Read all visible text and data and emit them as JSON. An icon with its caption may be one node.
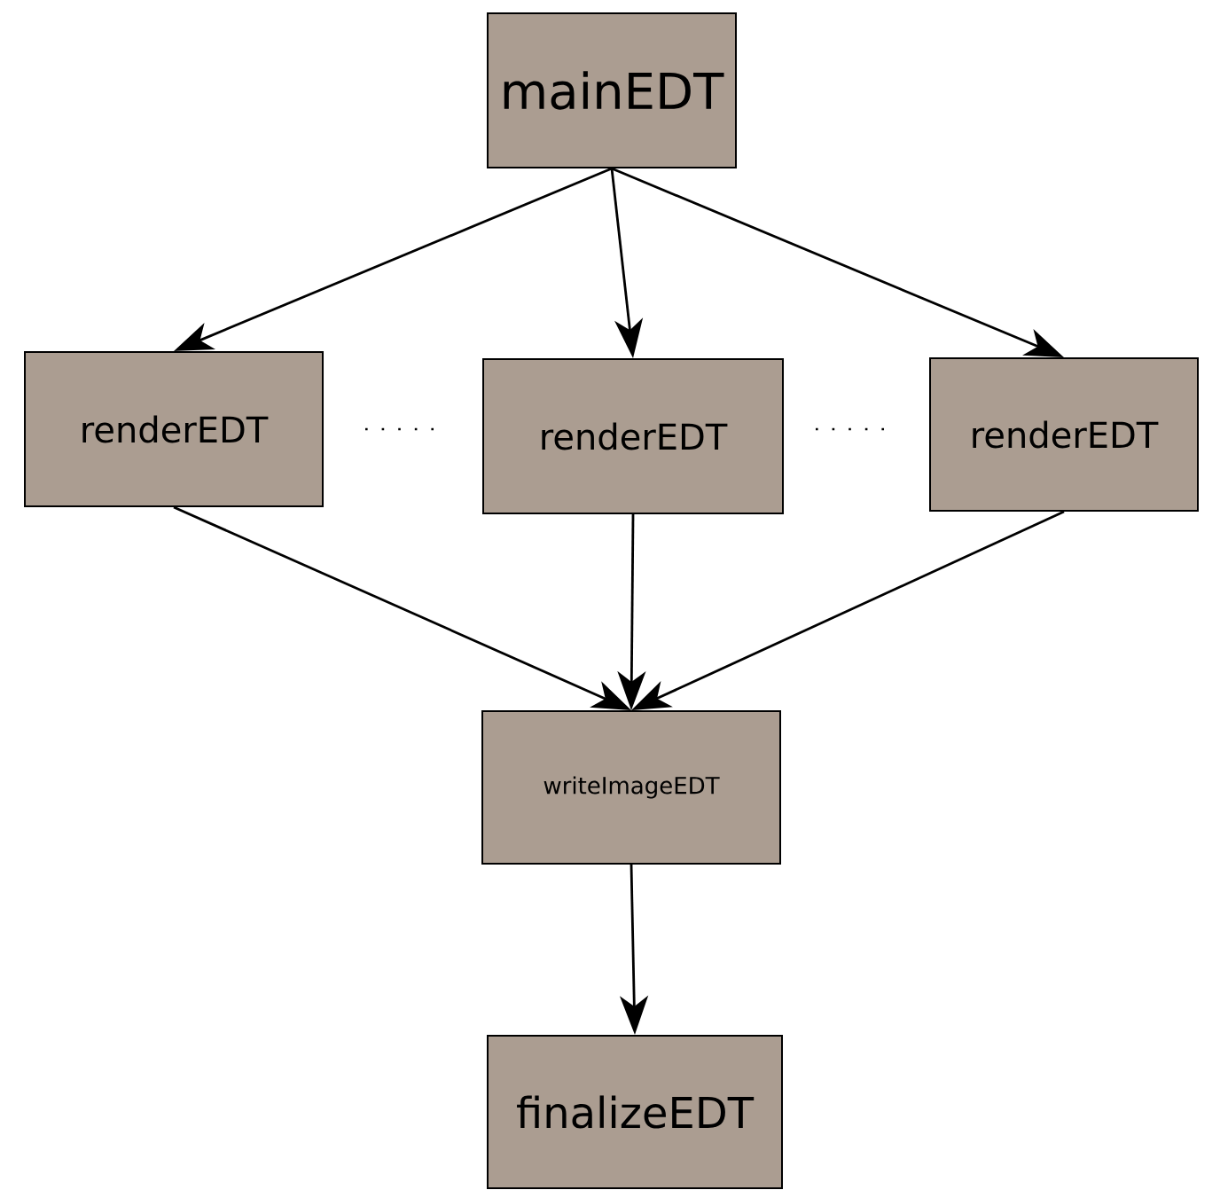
{
  "diagram": {
    "nodes": [
      {
        "text": [
          "mainEDT"
        ]
      },
      {
        "text": [
          "renderEDT"
        ]
      },
      {
        "text": [
          "renderEDT"
        ]
      },
      {
        "text": [
          "renderEDT"
        ]
      },
      {
        "text": [
          "writeImageEDT"
        ]
      },
      {
        "text": [
          "finalizeEDT"
        ]
      }
    ],
    "edges": [
      {
        "from": 0,
        "to": 1,
        "arrow": "to"
      },
      {
        "from": 0,
        "to": 2,
        "arrow": "to"
      },
      {
        "from": 0,
        "to": 3,
        "arrow": "to"
      },
      {
        "from": 1,
        "to": 4,
        "arrow": "to"
      },
      {
        "from": 2,
        "to": 4,
        "arrow": "to"
      },
      {
        "from": 3,
        "to": 4,
        "arrow": "to"
      },
      {
        "from": 4,
        "to": 5,
        "arrow": "to"
      }
    ]
  }
}
